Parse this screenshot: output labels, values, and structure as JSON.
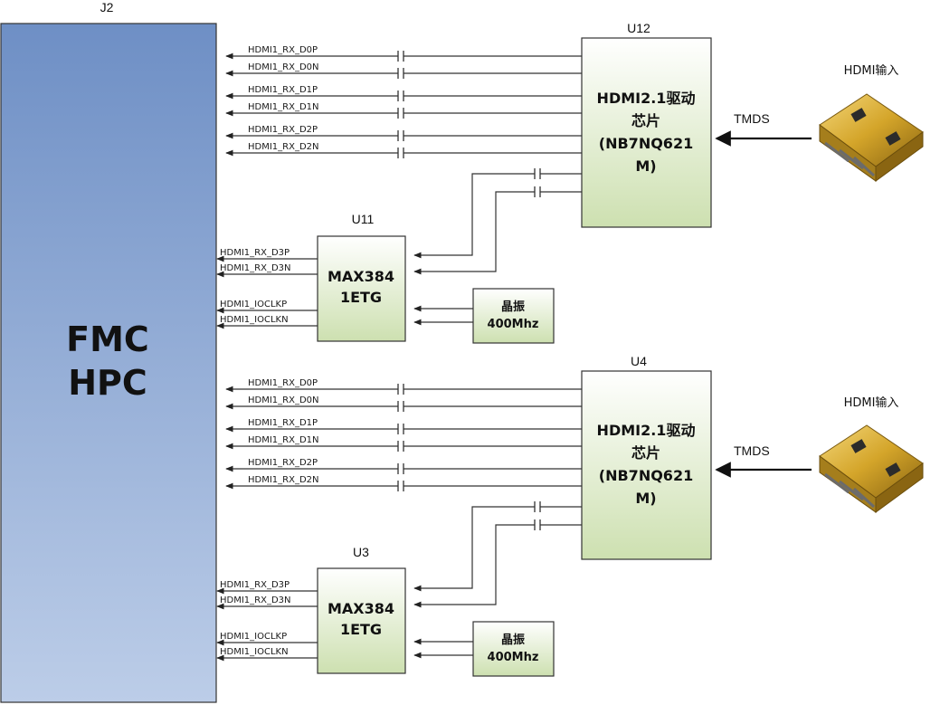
{
  "fmc": {
    "ref": "J2",
    "line1": "FMC",
    "line2": "HPC"
  },
  "groups": [
    {
      "driver": {
        "ref": "U12",
        "line1": "HDMI2.1驱动",
        "line2": "芯片",
        "line3": "(NB7NQ621",
        "line4": "M)"
      },
      "signals": [
        "HDMI1_RX_D0P",
        "HDMI1_RX_D0N",
        "HDMI1_RX_D1P",
        "HDMI1_RX_D1N",
        "HDMI1_RX_D2P",
        "HDMI1_RX_D2N"
      ],
      "buffer": {
        "ref": "U11",
        "line1": "MAX384",
        "line2": "1ETG",
        "signals": [
          "HDMI1_RX_D3P",
          "HDMI1_RX_D3N",
          "HDMI1_IOCLKP",
          "HDMI1_IOCLKN"
        ]
      },
      "osc": {
        "line1": "晶振",
        "line2": "400Mhz"
      },
      "tmds_label": "TMDS",
      "connector_label": "HDMI输入"
    },
    {
      "driver": {
        "ref": "U4",
        "line1": "HDMI2.1驱动",
        "line2": "芯片",
        "line3": "(NB7NQ621",
        "line4": "M)"
      },
      "signals": [
        "HDMI1_RX_D0P",
        "HDMI1_RX_D0N",
        "HDMI1_RX_D1P",
        "HDMI1_RX_D1N",
        "HDMI1_RX_D2P",
        "HDMI1_RX_D2N"
      ],
      "buffer": {
        "ref": "U3",
        "line1": "MAX384",
        "line2": "1ETG",
        "signals": [
          "HDMI1_RX_D3P",
          "HDMI1_RX_D3N",
          "HDMI1_IOCLKP",
          "HDMI1_IOCLKN"
        ]
      },
      "osc": {
        "line1": "晶振",
        "line2": "400Mhz"
      },
      "tmds_label": "TMDS",
      "connector_label": "HDMI输入"
    }
  ],
  "colors": {
    "fmc_top": "#6e8fc5",
    "fmc_bottom": "#b9cbe7",
    "chip_top": "#ffffff",
    "chip_bottom": "#cfe2b3",
    "connector_gold": "#d4a52a"
  }
}
